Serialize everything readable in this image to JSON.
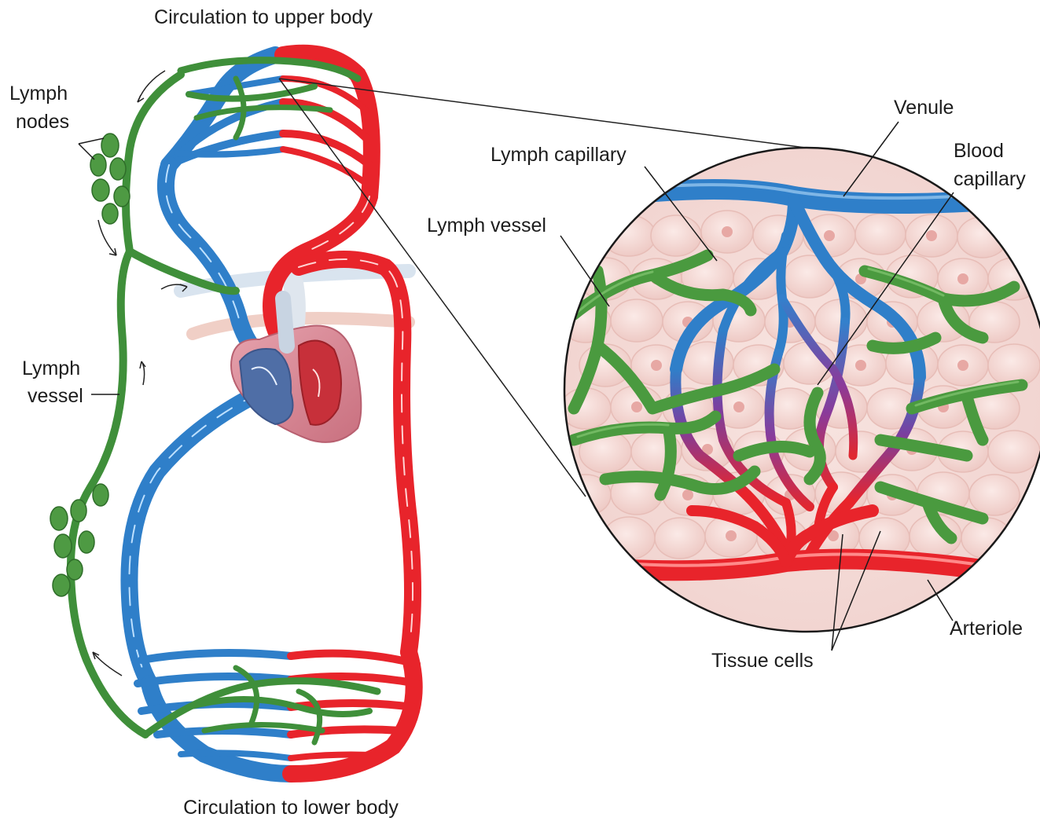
{
  "labels": {
    "upper_body": "Circulation to upper body",
    "lower_body": "Circulation to lower body",
    "lymph_nodes_1": "Lymph",
    "lymph_nodes_2": "nodes",
    "lymph_vessel_left_1": "Lymph",
    "lymph_vessel_left_2": "vessel",
    "lymph_capillary": "Lymph capillary",
    "lymph_vessel_right": "Lymph vessel",
    "venule": "Venule",
    "blood_capillary_1": "Blood",
    "blood_capillary_2": "capillary",
    "arteriole": "Arteriole",
    "tissue_cells": "Tissue cells"
  },
  "colors": {
    "lymph": "#3f8f3a",
    "vein": "#2f7fc9",
    "artery": "#e8242b",
    "heart": "#d77f8f",
    "tissue": "#f6dfdc"
  }
}
